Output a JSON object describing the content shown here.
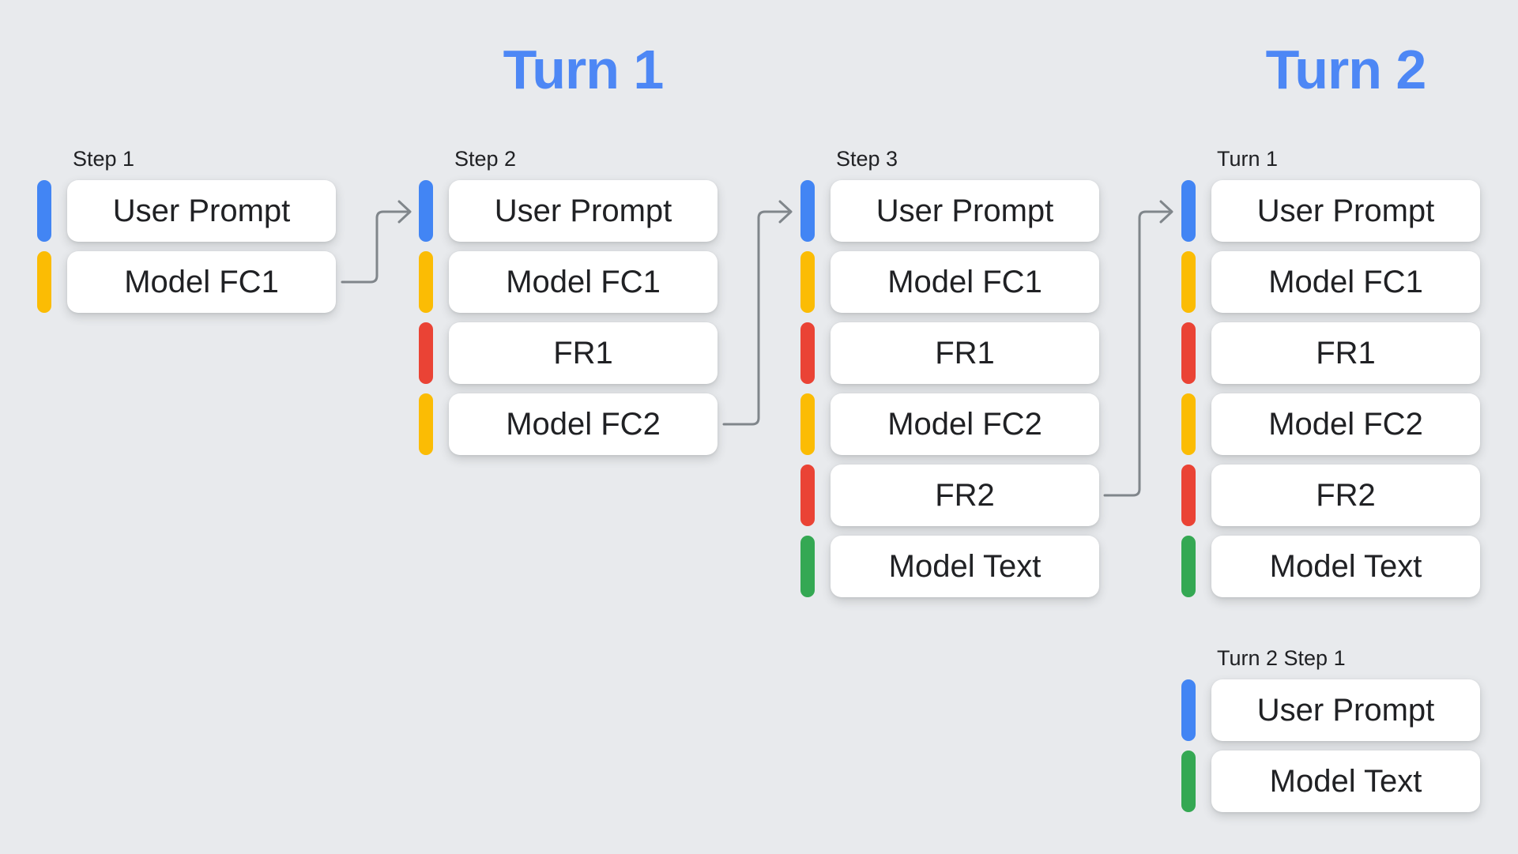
{
  "headers": {
    "turn1": "Turn 1",
    "turn2": "Turn 2"
  },
  "colors": {
    "blue": "#4285F4",
    "yellow": "#FBBC04",
    "red": "#EA4335",
    "green": "#34A853",
    "heading_blue": "#4D87F5",
    "arrow_gray": "#80868B",
    "card_background": "#FFFFFF",
    "text": "#202124",
    "page_background": "#E8EAED"
  },
  "columns": [
    {
      "label": "Step 1",
      "cards": [
        {
          "label": "User Prompt",
          "color": "blue"
        },
        {
          "label": "Model FC1",
          "color": "yellow"
        }
      ]
    },
    {
      "label": "Step 2",
      "cards": [
        {
          "label": "User Prompt",
          "color": "blue"
        },
        {
          "label": "Model FC1",
          "color": "yellow"
        },
        {
          "label": "FR1",
          "color": "red"
        },
        {
          "label": "Model FC2",
          "color": "yellow"
        }
      ]
    },
    {
      "label": "Step 3",
      "cards": [
        {
          "label": "User Prompt",
          "color": "blue"
        },
        {
          "label": "Model FC1",
          "color": "yellow"
        },
        {
          "label": "FR1",
          "color": "red"
        },
        {
          "label": "Model FC2",
          "color": "yellow"
        },
        {
          "label": "FR2",
          "color": "red"
        },
        {
          "label": "Model Text",
          "color": "green"
        }
      ]
    },
    {
      "label": "Turn 1",
      "cards": [
        {
          "label": "User Prompt",
          "color": "blue"
        },
        {
          "label": "Model FC1",
          "color": "yellow"
        },
        {
          "label": "FR1",
          "color": "red"
        },
        {
          "label": "Model FC2",
          "color": "yellow"
        },
        {
          "label": "FR2",
          "color": "red"
        },
        {
          "label": "Model Text",
          "color": "green"
        }
      ]
    },
    {
      "label": "Turn 2 Step 1",
      "cards": [
        {
          "label": "User Prompt",
          "color": "blue"
        },
        {
          "label": "Model Text",
          "color": "green"
        }
      ]
    }
  ],
  "arrows": [
    {
      "from": "Step 1 / Model FC1",
      "to": "Step 2 / User Prompt"
    },
    {
      "from": "Step 2 / Model FC2",
      "to": "Step 3 / User Prompt"
    },
    {
      "from": "Step 3 / FR2",
      "to": "Turn 1 / User Prompt"
    }
  ]
}
